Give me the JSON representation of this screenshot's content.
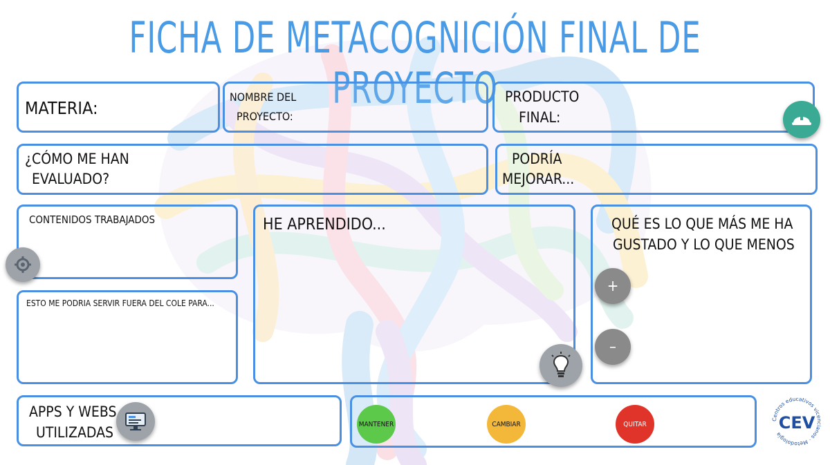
{
  "title": "Ficha de metacognición final de proyecto",
  "boxes": {
    "materia": "Materia:",
    "nombre_line1": "Nombre del",
    "nombre_line2": "proyecto:",
    "producto_line1": "Producto",
    "producto_line2": "final:",
    "evaluado_line1": "¿Cómo me han",
    "evaluado_line2": "evaluado?",
    "mejorar_line1": "Podría",
    "mejorar_line2": "mejorar...",
    "contenidos": "Contenidos trabajados",
    "servir": "Esto me podria servir fuera del cole para...",
    "aprendido": "He aprendido...",
    "gustado_line1": "Qué es lo que más me ha",
    "gustado_line2": "gustado y lo que menos",
    "apps_line1": "Apps y webs",
    "apps_line2": "utilizadas"
  },
  "buttons": {
    "plus": "+",
    "minus": "–"
  },
  "traffic": [
    {
      "label": "Mantener",
      "color": "#5cc94a"
    },
    {
      "label": "Cambiar",
      "color": "#f3b83a"
    },
    {
      "label": "Quitar",
      "color": "#e0342a"
    }
  ],
  "logo": {
    "letters": "CEV",
    "arc_text": "Centros educativos vicencianos · Metodología"
  },
  "icons": [
    "helmet-icon",
    "gears-icon",
    "lightbulb-icon",
    "computer-icon"
  ],
  "colors": {
    "accent": "#4a90e2",
    "title": "#4a9be6"
  }
}
